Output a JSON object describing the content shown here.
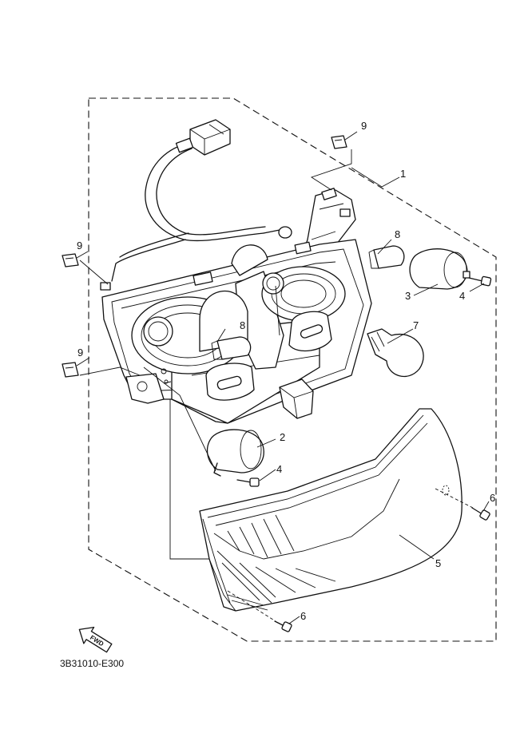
{
  "diagram": {
    "part_code": "3B31010-E300",
    "fwd_label": "FWD",
    "callouts": {
      "c1": "1",
      "c2": "2",
      "c3": "3",
      "c4a": "4",
      "c4b": "4",
      "c5": "5",
      "c6a": "6",
      "c6b": "6",
      "c7": "7",
      "c8a": "8",
      "c8b": "8",
      "c9a": "9",
      "c9b": "9",
      "c9c": "9"
    }
  }
}
